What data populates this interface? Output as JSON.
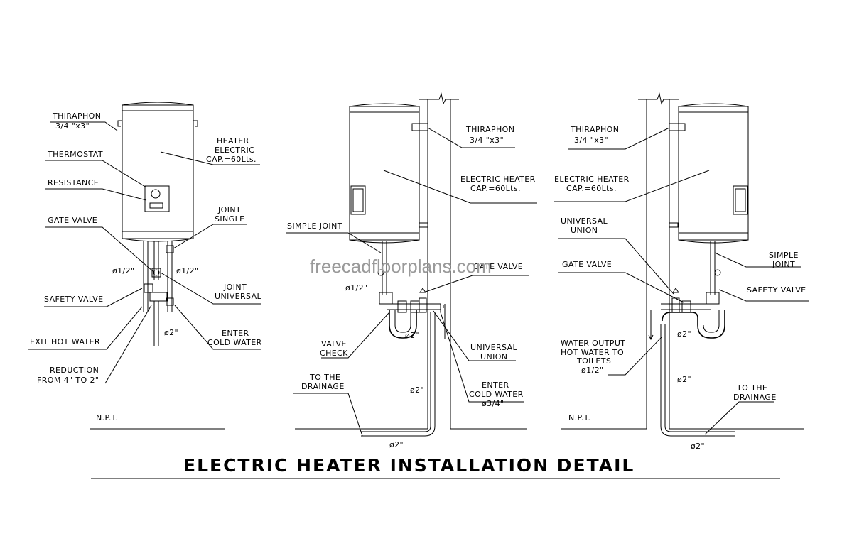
{
  "title": "ELECTRIC HEATER INSTALLATION DETAIL",
  "watermark": "freecadfloorplans.com",
  "left": {
    "thiraphon_1": "THIRAPHON",
    "thiraphon_2": "3/4 \"x3\"",
    "thermostat": "THERMOSTAT",
    "resistance": "RESISTANCE",
    "gate_valve": "GATE VALVE",
    "dia_half_left": "ø1/2\"",
    "safety_valve": "SAFETY VALVE",
    "exit_hot_water": "EXIT HOT WATER",
    "reduction_1": "REDUCTION",
    "reduction_2": "FROM 4\" TO 2\"",
    "heater_1": "HEATER",
    "heater_2": "ELECTRIC",
    "heater_3": "CAP.=60Lts.",
    "joint_single_1": "JOINT",
    "joint_single_2": "SINGLE",
    "dia_half_right": "ø1/2\"",
    "joint_universal_1": "JOINT",
    "joint_universal_2": "UNIVERSAL",
    "dia_2": "ø2\"",
    "enter_cold_1": "ENTER",
    "enter_cold_2": "COLD WATER",
    "npt": "N.P.T."
  },
  "middle": {
    "thiraphon_1": "THIRAPHON",
    "thiraphon_2": "3/4 \"x3\"",
    "electric_heater_1": "ELECTRIC HEATER",
    "electric_heater_2": "CAP.=60Lts.",
    "simple_joint": "SIMPLE JOINT",
    "gate_valve": "GATE VALVE",
    "dia_half": "ø1/2\"",
    "dia_2_a": "ø2\"",
    "valve_check_1": "VALVE",
    "valve_check_2": "CHECK",
    "universal_union_1": "UNIVERSAL",
    "universal_union_2": "UNION",
    "to_drainage_1": "TO THE",
    "to_drainage_2": "DRAINAGE",
    "dia_2_b": "ø2\"",
    "enter_cold_1": "ENTER",
    "enter_cold_2": "COLD WATER",
    "enter_cold_3": "ø3/4\"",
    "dia_2_c": "ø2\""
  },
  "right": {
    "thiraphon_1": "THIRAPHON",
    "thiraphon_2": "3/4 \"x3\"",
    "electric_heater_1": "ELECTRIC HEATER",
    "electric_heater_2": "CAP.=60Lts.",
    "universal_union_1": "UNIVERSAL",
    "universal_union_2": "UNION",
    "gate_valve": "GATE VALVE",
    "simple_joint_1": "SIMPLE",
    "simple_joint_2": "JOINT",
    "safety_valve": "SAFETY VALVE",
    "dia_2_a": "ø2\"",
    "water_output_1": "WATER OUTPUT",
    "water_output_2": "HOT WATER TO",
    "water_output_3": "TOILETS",
    "water_output_4": "ø1/2\"",
    "dia_2_b": "ø2\"",
    "to_drainage_1": "TO THE",
    "to_drainage_2": "DRAINAGE",
    "npt": "N.P.T.",
    "dia_2_c": "ø2\""
  }
}
